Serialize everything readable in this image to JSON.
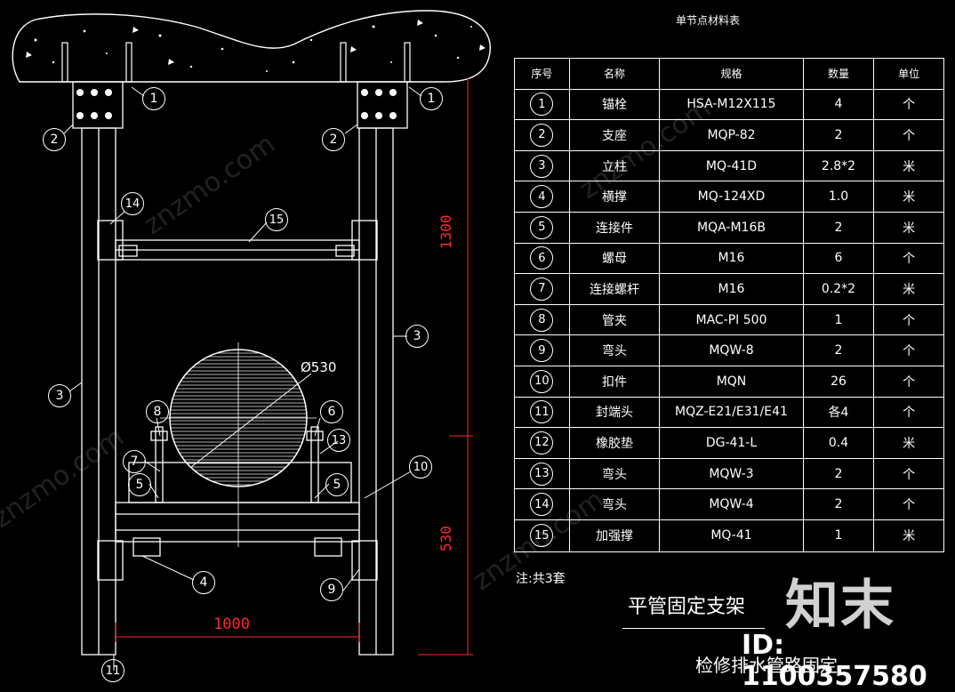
{
  "table": {
    "title": "单节点材料表",
    "headers": [
      "序号",
      "名称",
      "规格",
      "数量",
      "单位"
    ],
    "rows": [
      [
        "1",
        "锚栓",
        "HSA-M12X115",
        "4",
        "个"
      ],
      [
        "2",
        "支座",
        "MQP-82",
        "2",
        "个"
      ],
      [
        "3",
        "立柱",
        "MQ-41D",
        "2.8*2",
        "米"
      ],
      [
        "4",
        "横撑",
        "MQ-124XD",
        "1.0",
        "米"
      ],
      [
        "5",
        "连接件",
        "MQA-M16B",
        "2",
        "米"
      ],
      [
        "6",
        "螺母",
        "M16",
        "6",
        "个"
      ],
      [
        "7",
        "连接螺杆",
        "M16",
        "0.2*2",
        "米"
      ],
      [
        "8",
        "管夹",
        "MAC-PI 500",
        "1",
        "个"
      ],
      [
        "9",
        "弯头",
        "MQW-8",
        "2",
        "个"
      ],
      [
        "10",
        "扣件",
        "MQN",
        "26",
        "个"
      ],
      [
        "11",
        "封端头",
        "MQZ-E21/E31/E41",
        "各4",
        "个"
      ],
      [
        "12",
        "橡胶垫",
        "DG-41-L",
        "0.4",
        "米"
      ],
      [
        "13",
        "弯头",
        "MQW-3",
        "2",
        "个"
      ],
      [
        "14",
        "弯头",
        "MQW-4",
        "2",
        "个"
      ],
      [
        "15",
        "加强撑",
        "MQ-41",
        "1",
        "米"
      ]
    ]
  },
  "note": "注:共3套",
  "drawing_title": "平管固定支架",
  "drawing_subtitle": "检修排水管路固定",
  "dimensions": {
    "height_upper": "1300",
    "height_lower": "530",
    "width": "1000",
    "pipe_diameter": "Ø530"
  },
  "callouts": [
    "1",
    "1",
    "2",
    "2",
    "3",
    "3",
    "4",
    "5",
    "5",
    "6",
    "7",
    "8",
    "9",
    "10",
    "11",
    "13",
    "14",
    "15"
  ],
  "watermark": "znzmo.com",
  "brand": "知末",
  "id_label": "ID: 1100357580",
  "colors": {
    "background": "#000000",
    "lines": "#ffffff",
    "dimension": "#ff2a2a"
  }
}
